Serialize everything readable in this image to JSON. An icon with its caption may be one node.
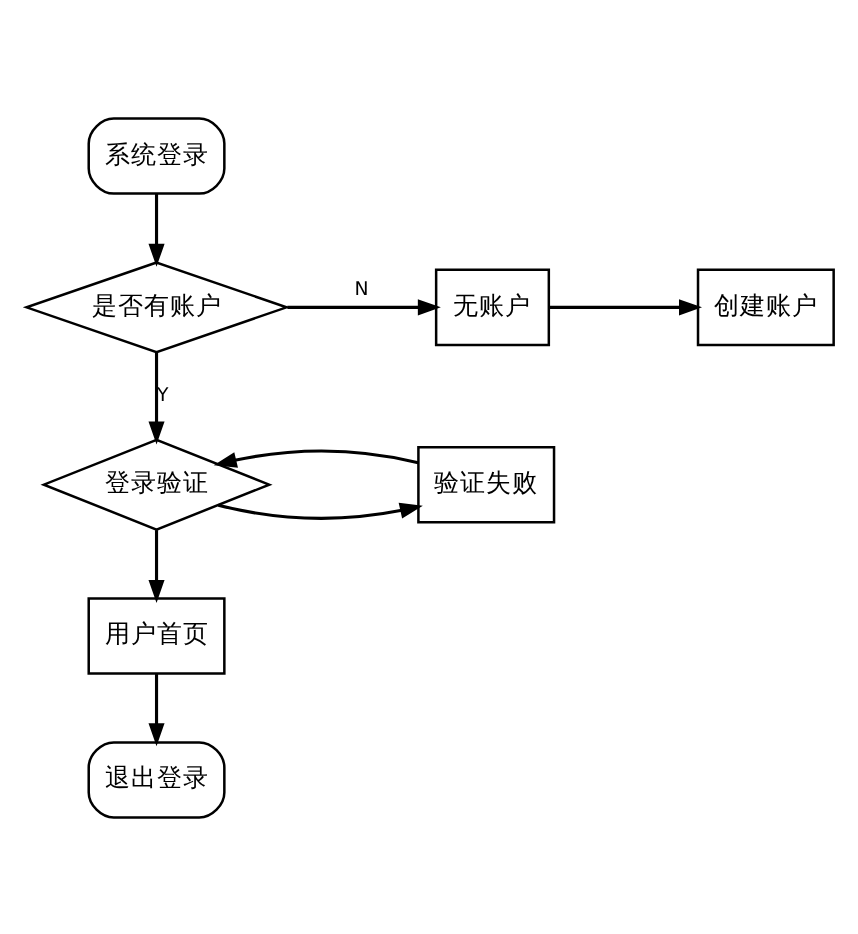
{
  "diagram": {
    "nodes": [
      {
        "text": [
          "系统登录"
        ]
      },
      {
        "text": [
          "是否有账户"
        ]
      },
      {
        "text": [
          "无账户"
        ]
      },
      {
        "text": [
          "创建账户"
        ]
      },
      {
        "text": [
          "登录验证"
        ]
      },
      {
        "text": [
          "验证失败"
        ]
      },
      {
        "text": [
          "用户首页"
        ]
      },
      {
        "text": [
          "退出登录"
        ]
      }
    ],
    "edges": [
      {
        "from": 0,
        "to": 1,
        "arrow": "to"
      },
      {
        "from": 1,
        "to": 2,
        "arrow": "to",
        "label": "N"
      },
      {
        "from": 2,
        "to": 3,
        "arrow": "to"
      },
      {
        "from": 1,
        "to": 4,
        "arrow": "to",
        "label": "Y"
      },
      {
        "from": 4,
        "to": 5,
        "arrow": "to"
      },
      {
        "from": 5,
        "to": 4,
        "arrow": "to"
      },
      {
        "from": 4,
        "to": 6,
        "arrow": "to"
      },
      {
        "from": 6,
        "to": 7,
        "arrow": "to"
      }
    ]
  }
}
